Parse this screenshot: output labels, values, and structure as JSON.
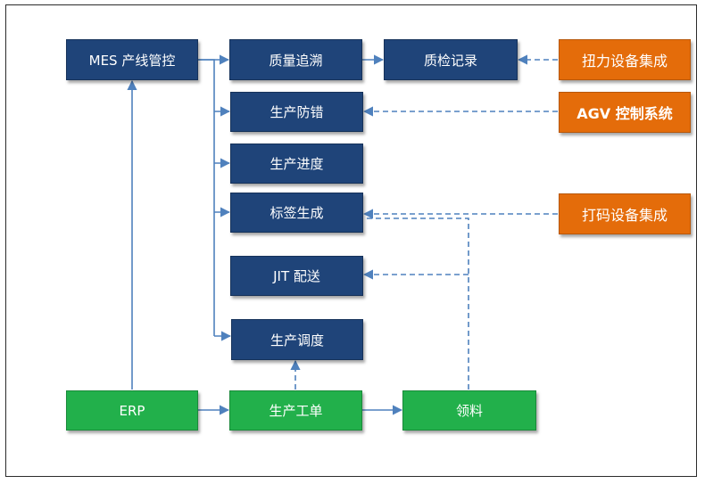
{
  "nodes": {
    "mes": "MES 产线管控",
    "quality_trace": "质量追溯",
    "qc_record": "质检记录",
    "torque_integration": "扭力设备集成",
    "error_proofing": "生产防错",
    "agv_control": "AGV 控制系统",
    "progress": "生产进度",
    "label_generation": "标签生成",
    "coding_integration": "打码设备集成",
    "jit_delivery": "JIT 配送",
    "scheduling": "生产调度",
    "erp": "ERP",
    "work_order": "生产工单",
    "material_picking": "领料"
  },
  "colors": {
    "mes_module": "#1f4479",
    "erp_flow": "#22b04b",
    "equipment_integration": "#e46c0a",
    "connector": "#4f81bd"
  }
}
